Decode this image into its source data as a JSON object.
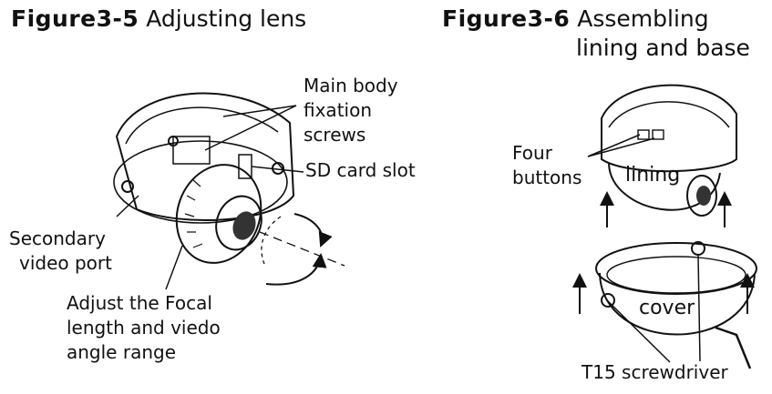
{
  "figures": [
    {
      "number": "Figure3-5",
      "caption": "Adjusting lens",
      "callouts": {
        "main_body_screws": [
          "Main body",
          "fixation",
          "screws"
        ],
        "sd_card_slot": [
          "SD card slot"
        ],
        "secondary_video_port": [
          "Secondary",
          "video port"
        ],
        "focal_adjust": [
          "Adjust the Focal",
          "length and viedo",
          "angle range"
        ]
      }
    },
    {
      "number": "Figure3-6",
      "caption_lines": [
        "Assembling",
        "lining and base"
      ],
      "callouts": {
        "four_buttons": [
          "Four",
          "buttons"
        ],
        "lining": "lining",
        "cover": "cover",
        "screwdriver": "T15 screwdriver"
      }
    }
  ]
}
